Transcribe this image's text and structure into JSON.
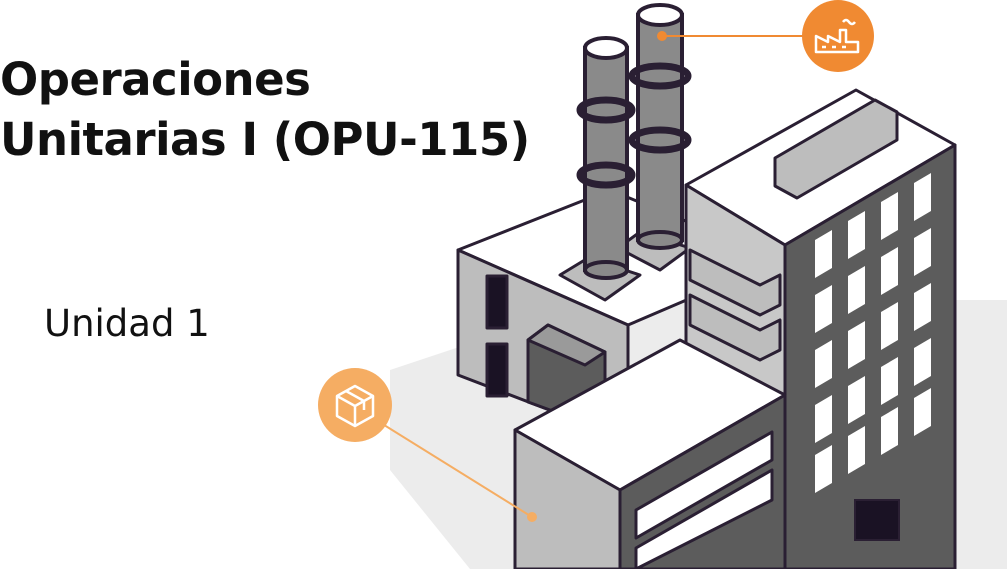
{
  "slide": {
    "title_line1": "Operaciones",
    "title_line2": "Unitarias I (OPU-115)",
    "subtitle": "Unidad 1"
  },
  "icons": {
    "top": "factory-icon",
    "bottom": "box-icon"
  },
  "colors": {
    "accent_dark": "#f08a32",
    "accent_light": "#f5ad63",
    "outline": "#2a1f33",
    "wall_light": "#bdbdbd",
    "wall_dark": "#5c5c5c",
    "shadow": "#ececec"
  }
}
